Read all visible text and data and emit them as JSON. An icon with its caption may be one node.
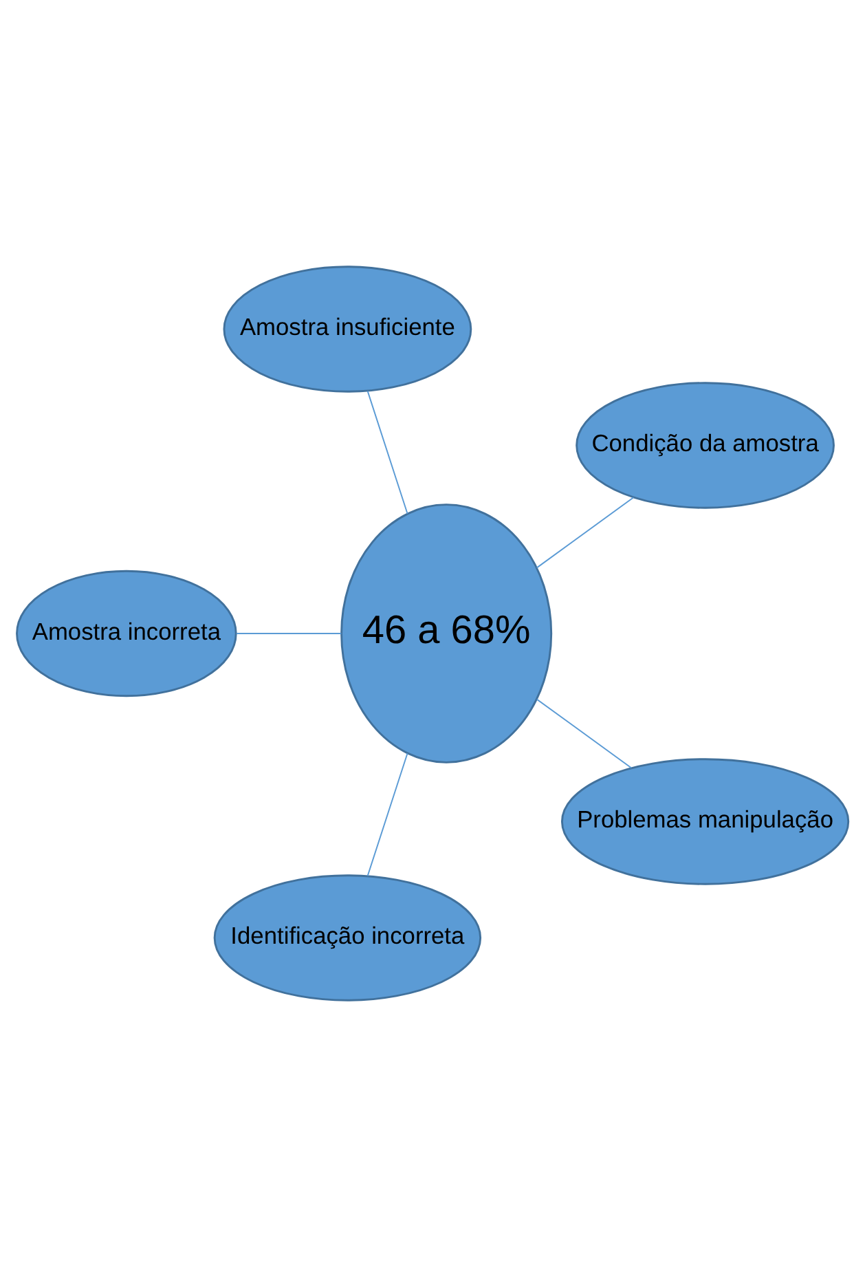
{
  "diagram": {
    "nodes": [
      {
        "text": [
          "Condição da amostra"
        ]
      },
      {
        "text": [
          "Amostra insuficiente"
        ]
      },
      {
        "text": [
          "Amostra incorreta"
        ]
      },
      {
        "text": [
          "46 a 68%"
        ]
      },
      {
        "text": [
          "Identificação incorreta"
        ]
      },
      {
        "text": [
          "Problemas manipulação"
        ]
      }
    ],
    "edges": [
      {
        "from": 3,
        "to": 0,
        "arrow": "none"
      },
      {
        "from": 3,
        "to": 1,
        "arrow": "none"
      },
      {
        "from": 3,
        "to": 2,
        "arrow": "none"
      },
      {
        "from": 3,
        "to": 4,
        "arrow": "none"
      },
      {
        "from": 3,
        "to": 5,
        "arrow": "none"
      }
    ]
  }
}
